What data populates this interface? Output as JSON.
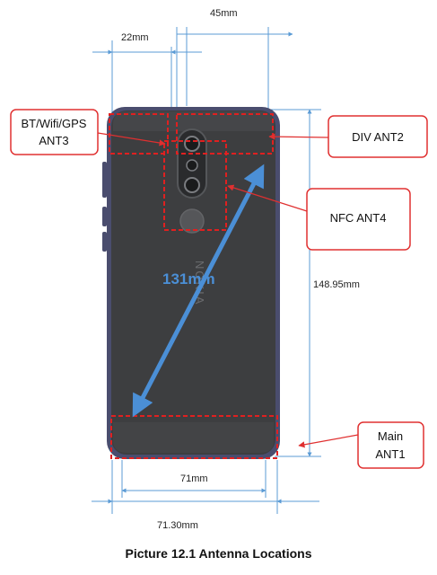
{
  "dimensions": {
    "top_overall": "45mm",
    "top_inner": "22mm",
    "height": "148.95mm",
    "diagonal": "131mm",
    "bottom_inner": "71mm",
    "bottom_outer": "71.30mm"
  },
  "callouts": {
    "bt_wifi_gps": {
      "line1": "BT/Wifi/GPS",
      "line2": "ANT3"
    },
    "div": {
      "label": "DIV ANT2"
    },
    "nfc": {
      "label": "NFC ANT4"
    },
    "main": {
      "line1": "Main",
      "line2": "ANT1"
    }
  },
  "phone_logo": "NOKIA",
  "caption": "Picture 12.1 Antenna Locations",
  "colors": {
    "dimension_line": "#5b9bd5",
    "callout_border": "#e03030",
    "antenna_zone": "#e02020",
    "phone_body": "#3d3e40",
    "phone_frame": "#4a4d6e"
  }
}
